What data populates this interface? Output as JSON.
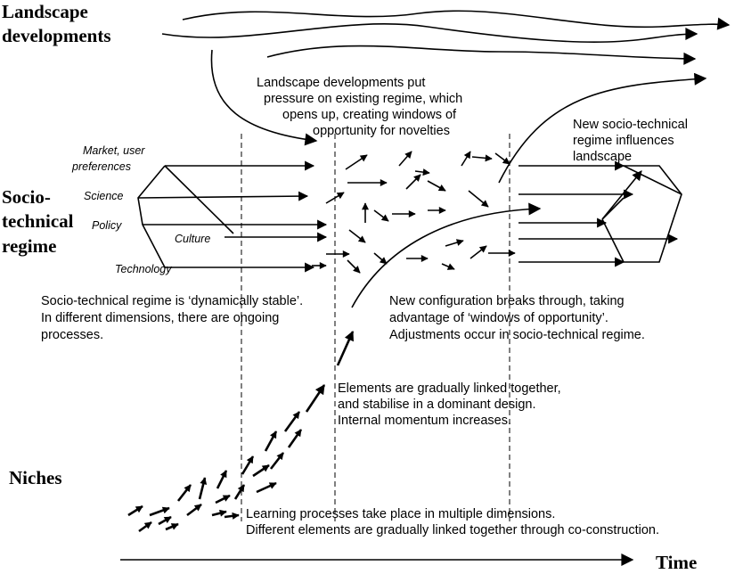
{
  "levels": {
    "landscape": [
      "Landscape",
      "developments"
    ],
    "regime": [
      "Socio-",
      "technical",
      "regime"
    ],
    "niches": "Niches"
  },
  "axis": {
    "label": "Time"
  },
  "dimensions": {
    "market": [
      "Market, user",
      "preferences"
    ],
    "science": "Science",
    "policy": "Policy",
    "culture": "Culture",
    "technology": "Technology"
  },
  "annotations": {
    "landscape_pressure": [
      "Landscape developments put",
      "pressure on existing regime, which",
      "opens up, creating windows of",
      "opportunity for novelties"
    ],
    "new_regime": [
      "New socio-technical",
      "regime influences",
      "landscape"
    ],
    "dynamically_stable": [
      "Socio-technical regime is ‘dynamically stable’.",
      "In different dimensions, there are ongoing",
      "processes."
    ],
    "breakthrough": [
      "New configuration breaks through, taking",
      "advantage of ‘windows of opportunity’.",
      "Adjustments occur in socio-technical regime."
    ],
    "linked": [
      "Elements are gradually linked together,",
      "and stabilise in a dominant design.",
      "Internal momentum increases."
    ],
    "learning": [
      "Learning processes take place in multiple dimensions.",
      "Different elements are gradually linked together through co-construction."
    ]
  }
}
